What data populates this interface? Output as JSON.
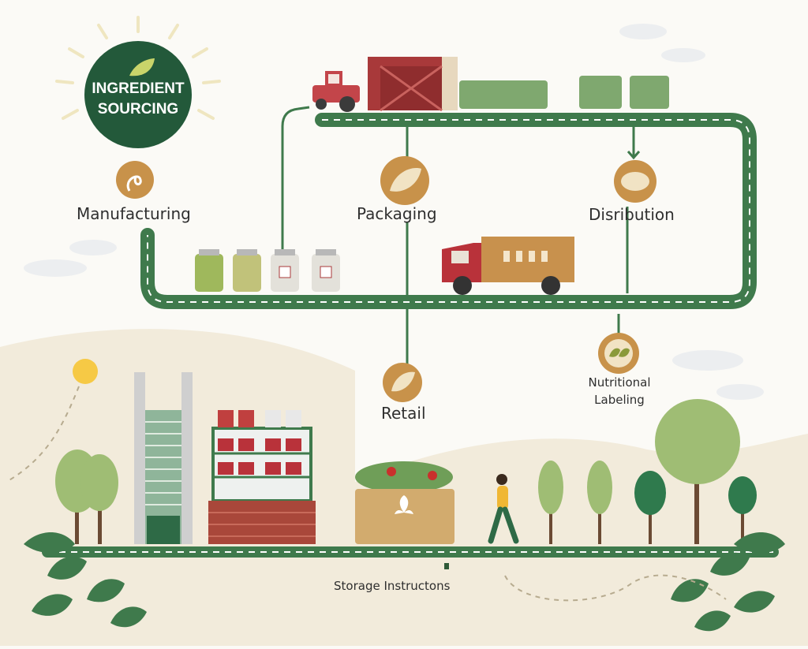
{
  "diagram": {
    "badge": {
      "line1": "INGREDIENT",
      "line2": "SOURCING"
    },
    "labels": {
      "manufacturing": "Manufacturing",
      "packaging": "Packaging",
      "distribution": "Disribution",
      "retail": "Retail",
      "nutritional_line1": "Nutritional",
      "nutritional_line2": "Labeling",
      "storage": "Storage Instructons"
    },
    "icons": {
      "badge": "leaf-icon",
      "manufacturing": "spiral-icon",
      "packaging": "leaf-icon",
      "distribution": "bread-icon",
      "retail": "leaf-icon",
      "nutritional": "leaves-icon"
    },
    "colors": {
      "road": "#3f7a4c",
      "badge": "#23593a",
      "icon_circle": "#c8924a",
      "hill": "#f2ebdb",
      "truck_cab": "#b9323a",
      "truck_box": "#c8914d",
      "barn": "#a8393a"
    }
  }
}
